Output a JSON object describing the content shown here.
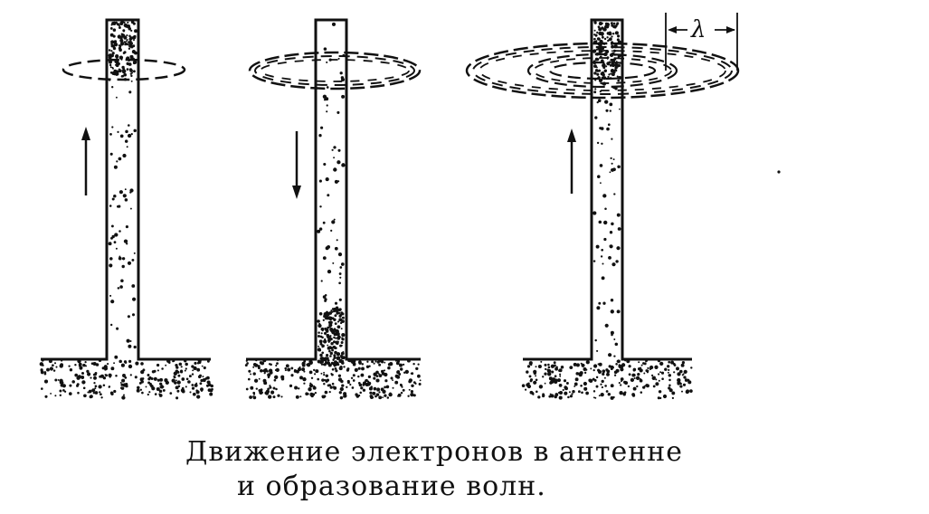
{
  "diagram": {
    "caption_line_1": "Движение электронов  в  антенне",
    "caption_line_2": "и образование волн.",
    "wavelength_symbol": "λ",
    "colors": {
      "ink": "#111111",
      "background": "#ffffff"
    },
    "panels": [
      {
        "id": "panel-1",
        "current_direction": "up",
        "wave_rings": 1
      },
      {
        "id": "panel-2",
        "current_direction": "down",
        "wave_rings": 3
      },
      {
        "id": "panel-3",
        "current_direction": "up",
        "wave_rings": 6
      }
    ]
  }
}
